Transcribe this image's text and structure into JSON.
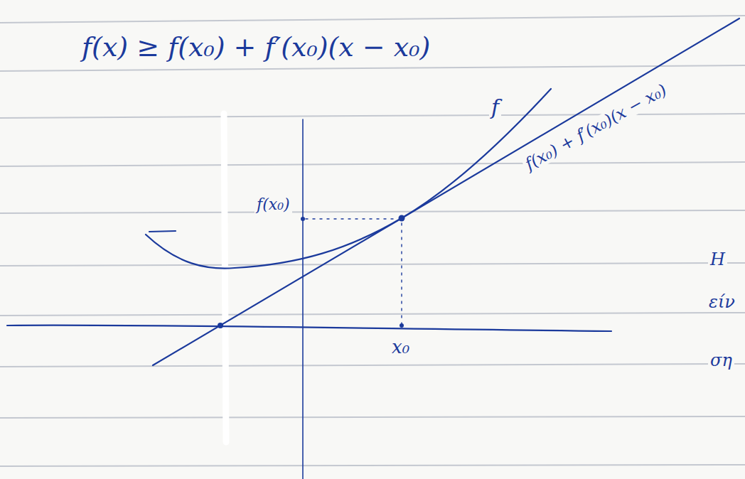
{
  "diagram": {
    "labels": [
      "f(x) ≥ f(x₀) + f′(x₀)(x − x₀)",
      "f",
      "f(x₀) + f′(x₀)(x − x₀)",
      "f(x₀)",
      "x₀",
      "Η",
      "είν",
      "ση"
    ]
  }
}
